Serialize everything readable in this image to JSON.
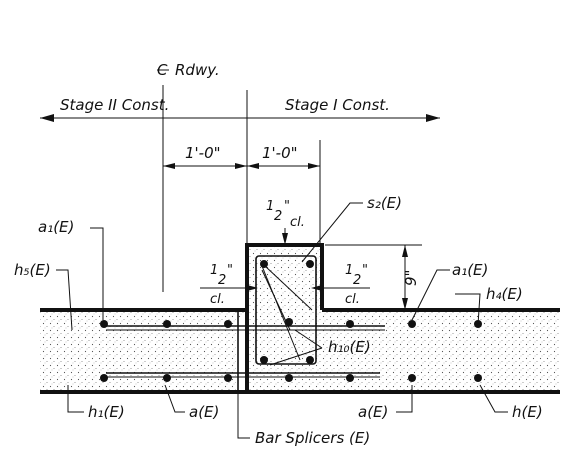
{
  "labels": {
    "centerline": "Rdwy.",
    "stage2": "Stage II Const.",
    "stage1": "Stage I Const.",
    "dim_left": "1'-0\"",
    "dim_right": "1'-0\"",
    "top_clear_num": "1",
    "top_clear_frac": "2",
    "top_clear_unit": "\"",
    "top_clear_cl": "cl.",
    "s2": "s₂(E)",
    "a1_left": "a₁(E)",
    "a1_right": "a₁(E)",
    "h5": "h₅(E)",
    "h4": "h₄(E)",
    "left_clear_num": "1",
    "left_clear_frac": "2",
    "left_clear_unit": "\"",
    "left_clear_cl": "cl.",
    "right_clear_num": "1",
    "right_clear_frac": "2",
    "right_clear_unit": "\"",
    "right_clear_cl": "cl.",
    "curb_height": "9\"",
    "h10": "h₁₀(E)",
    "h1": "h₁(E)",
    "a_left": "a(E)",
    "a_right": "a(E)",
    "h": "h(E)",
    "bar_splicers": "Bar Splicers (E)"
  }
}
